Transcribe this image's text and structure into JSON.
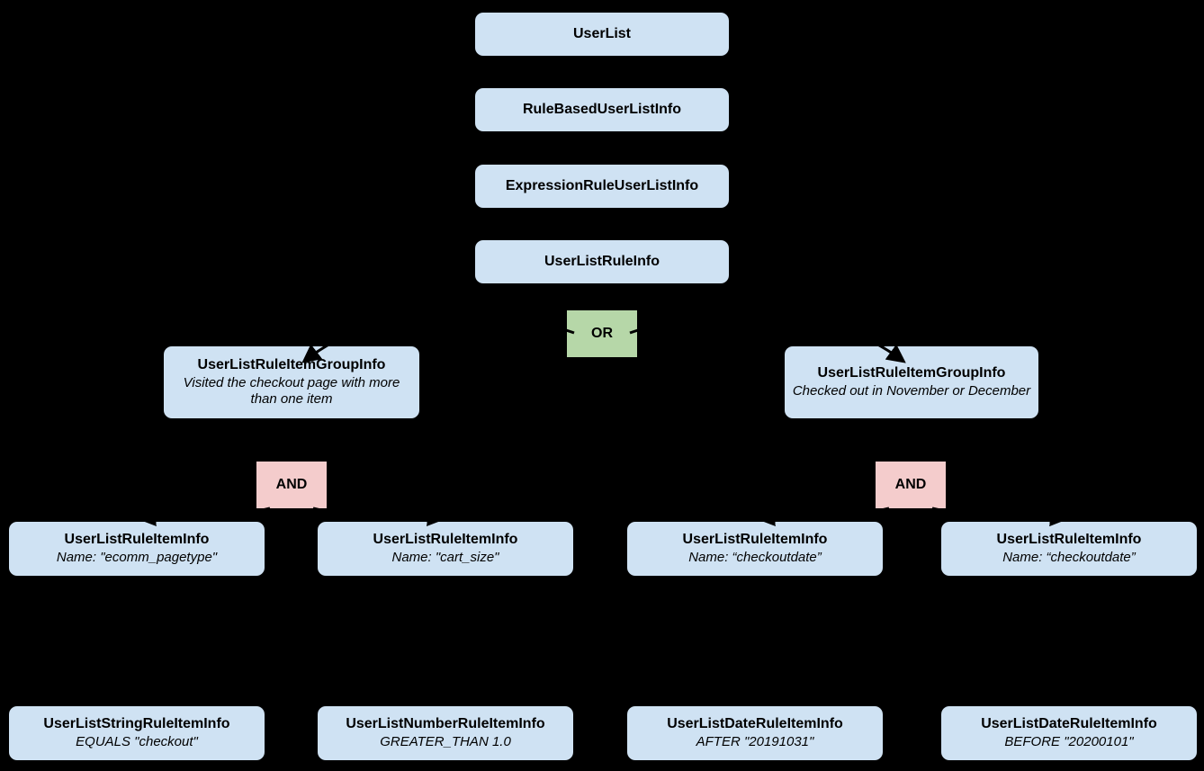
{
  "colors": {
    "bg": "#000000",
    "node_fill": "#cfe2f3",
    "or_fill": "#b6d7a8",
    "and_fill": "#f4cccc",
    "arrow": "#000000",
    "text": "#000000"
  },
  "diagram": {
    "chain": [
      {
        "label": "UserList"
      },
      {
        "label": "RuleBasedUserListInfo"
      },
      {
        "label": "ExpressionRuleUserListInfo"
      },
      {
        "label": "UserListRuleInfo"
      }
    ],
    "or": {
      "label": "OR"
    },
    "groups": [
      {
        "title": "UserListRuleItemGroupInfo",
        "subtitle": "Visited the checkout page with more than one item"
      },
      {
        "title": "UserListRuleItemGroupInfo",
        "subtitle": "Checked out in November or December"
      }
    ],
    "ands": [
      {
        "label": "AND"
      },
      {
        "label": "AND"
      }
    ],
    "rule_items": [
      {
        "title": "UserListRuleItemInfo",
        "subtitle": "Name: \"ecomm_pagetype\""
      },
      {
        "title": "UserListRuleItemInfo",
        "subtitle": "Name: \"cart_size\""
      },
      {
        "title": "UserListRuleItemInfo",
        "subtitle": "Name: “checkoutdate”"
      },
      {
        "title": "UserListRuleItemInfo",
        "subtitle": "Name: “checkoutdate”"
      }
    ],
    "leaves": [
      {
        "title": "UserListStringRuleItemInfo",
        "subtitle": "EQUALS \"checkout\""
      },
      {
        "title": "UserListNumberRuleItemInfo",
        "subtitle": "GREATER_THAN 1.0"
      },
      {
        "title": "UserListDateRuleItemInfo",
        "subtitle": "AFTER \"20191031\""
      },
      {
        "title": "UserListDateRuleItemInfo",
        "subtitle": "BEFORE \"20200101\""
      }
    ]
  }
}
